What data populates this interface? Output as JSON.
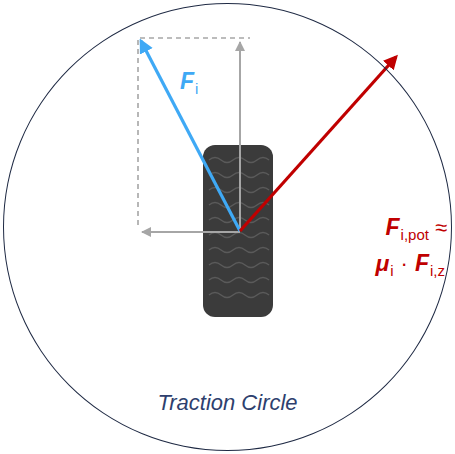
{
  "diagram": {
    "nodes": [
      {
        "text": [
          "Traction Circle"
        ]
      }
    ],
    "labels": [
      "F",
      "i",
      "F",
      "i,pot",
      "≈",
      "μ",
      "i",
      "·",
      "F",
      "i,z"
    ]
  }
}
